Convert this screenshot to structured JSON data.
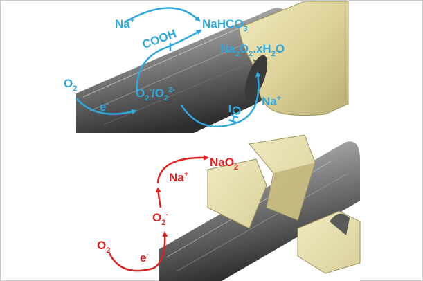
{
  "colors": {
    "top_annotation": "#2ea8e0",
    "bottom_annotation": "#e02020",
    "carbon_fiber": "#6f6f6f",
    "deposit": "#e8e0a8"
  },
  "top": {
    "na_plus": "Na",
    "na_plus_sup": "+",
    "cooh": "COOH",
    "nahco3": "NaHCO",
    "nahco3_sub": "3",
    "na2o2_a": "Na",
    "na2o2_sub1": "2",
    "na2o2_b": "O",
    "na2o2_sub2": "2",
    "na2o2_c": ".xH",
    "na2o2_sub3": "2",
    "na2o2_d": "O",
    "o2": "O",
    "o2_sub": "2",
    "e_minus": "e",
    "e_minus_sup": "-",
    "superoxide_a": "O",
    "superoxide_sub1": "2",
    "superoxide_sup1": "-",
    "superoxide_b": "/O",
    "superoxide_sub2": "2",
    "superoxide_sup2": "2-",
    "ho": "HO",
    "na_plus_right": "Na",
    "na_plus_right_sup": "+"
  },
  "bottom": {
    "nao2": "NaO",
    "nao2_sub": "2",
    "na_plus": "Na",
    "na_plus_sup": "+",
    "o2_minus": "O",
    "o2_minus_sub": "2",
    "o2_minus_sup": "-",
    "o2": "O",
    "o2_sub": "2",
    "e_minus": "e",
    "e_minus_sup": "-"
  }
}
